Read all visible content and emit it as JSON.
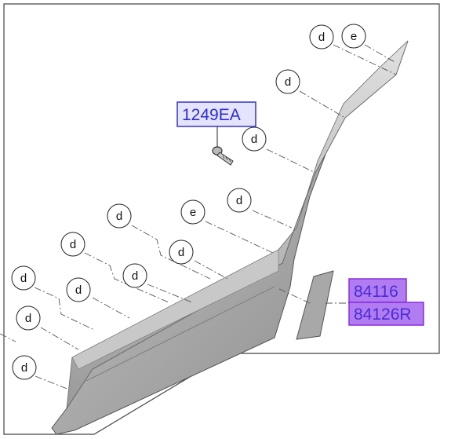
{
  "callouts": {
    "c1": "d",
    "c2": "e",
    "c3": "d",
    "c4": "d",
    "c5": "d",
    "c6": "e",
    "c7": "d",
    "c8": "d",
    "c9": "d",
    "c10": "d",
    "c11": "d",
    "c12": "d",
    "c13": "d",
    "c14": "d"
  },
  "parts": {
    "screw": "1249EA",
    "left": "84116",
    "right": "84126R"
  },
  "colors": {
    "highlight_screw_fill": "#e4e4ff",
    "highlight_screw_stroke": "#3535c8",
    "highlight_part_fill": "#b07cf0",
    "highlight_part_stroke": "#8a2be2"
  }
}
